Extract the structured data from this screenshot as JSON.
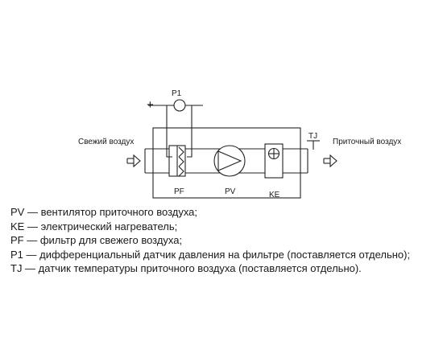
{
  "diagram": {
    "labels": {
      "p1": "P1",
      "plus": "+",
      "minus": "–",
      "tj": "TJ",
      "pf": "PF",
      "pv": "PV",
      "ke": "KE",
      "fresh_air": "Свежий воздух",
      "supply_air": "Приточный воздух"
    }
  },
  "legend": {
    "items": [
      "PV — вентилятор приточного воздуха;",
      "KE — электрический нагреватель;",
      "PF — фильтр для свежего воздуха;",
      "P1 — дифференциальный датчик давления на фильтре (поставляется отдельно);",
      "TJ — датчик температуры приточного воздуха (поставляется отдельно)."
    ]
  }
}
